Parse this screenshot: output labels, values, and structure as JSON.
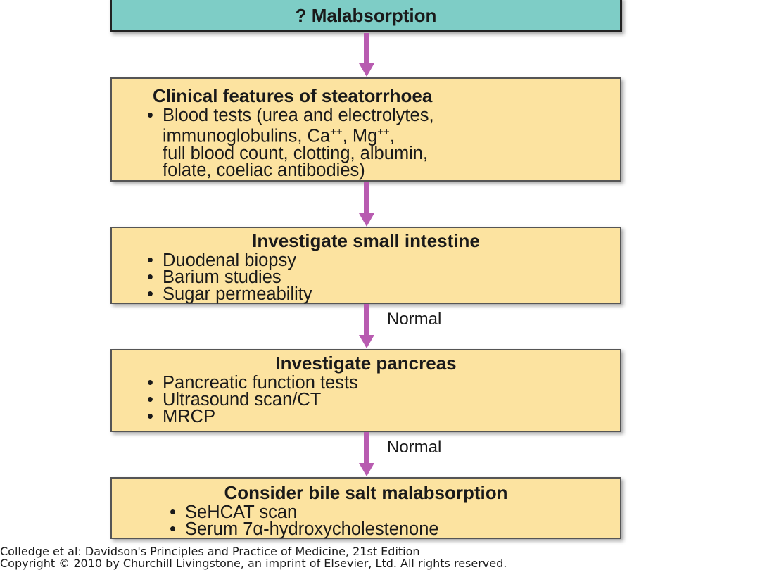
{
  "nodes": {
    "start": {
      "title": "? Malabsorption"
    },
    "steatorrhoea": {
      "title": "Clinical features of steatorrhoea",
      "bullet": "Blood tests (urea and electrolytes,",
      "continuation": [
        "immunoglobulins, Ca",
        "++",
        ", Mg",
        "++",
        ","
      ],
      "lines": [
        "full blood count, clotting, albumin,",
        "folate, coeliac antibodies)"
      ]
    },
    "small_intestine": {
      "title": "Investigate small intestine",
      "items": [
        "Duodenal biopsy",
        "Barium studies",
        "Sugar permeability"
      ]
    },
    "pancreas": {
      "title": "Investigate pancreas",
      "items": [
        "Pancreatic function tests",
        "Ultrasound scan/CT",
        "MRCP"
      ]
    },
    "bile_salt": {
      "title": "Consider bile salt malabsorption",
      "items": [
        "SeHCAT scan",
        "Serum 7α-hydroxycholestenone"
      ]
    }
  },
  "edges": [
    {
      "label": ""
    },
    {
      "label": ""
    },
    {
      "label": "Normal"
    },
    {
      "label": "Normal"
    }
  ],
  "footer": {
    "line1": "Colledge et al: Davidson's Principles and Practice of Medicine, 21st Edition",
    "line2": "Copyright © 2010 by Churchill Livingstone, an imprint of Elsevier, Ltd. All rights reserved."
  },
  "colors": {
    "start_box": "#7ecdc6",
    "step_box": "#fce3a0",
    "arrow": "#b85bb0"
  }
}
